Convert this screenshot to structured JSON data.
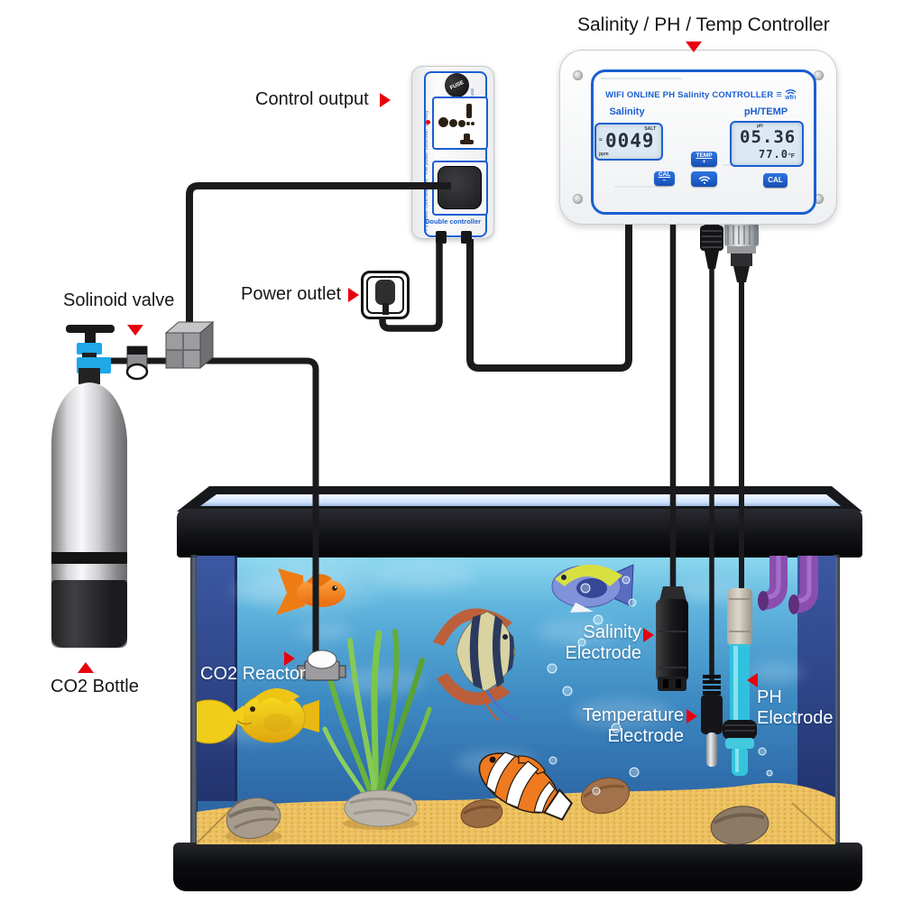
{
  "title": {
    "text": "Salinity / PH / Temp Controller"
  },
  "labels": {
    "control_output": "Control output",
    "power_outlet": "Power outlet",
    "solenoid_valve": "Solinoid valve",
    "co2_bottle": "CO2 Bottle",
    "co2_reactor": "CO2 Reactor",
    "salinity_electrode_line1": "Salinity",
    "salinity_electrode_line2": "Electrode",
    "temperature_electrode_line1": "Temperature",
    "temperature_electrode_line2": "Electrode",
    "ph_electrode_line1": "PH",
    "ph_electrode_line2": "Electrode"
  },
  "controller": {
    "header": "WIFI ONLINE PH Salinity CONTROLLER",
    "wifi_label": "WIFI",
    "salinity": {
      "label": "Salinity",
      "value": "0049",
      "tag": "SALT",
      "unit": "ppm"
    },
    "ph_temp": {
      "label": "pH/TEMP",
      "tag": "pH",
      "ph_value": "05.36",
      "temp_value": "77.0",
      "temp_unit": "°F"
    },
    "buttons": {
      "temp_plus_top": "TEMP",
      "temp_plus_bottom": "+",
      "cal_minus_top": "CAL",
      "cal_minus_bottom": "−",
      "cal": "CAL"
    }
  },
  "double_controller": {
    "fuse": "FUSE",
    "fuse_side": "Fuse",
    "label": "Double controller",
    "side_top": "The power controller Salinity",
    "side_bottom": "Pd power controller pH"
  },
  "icons": {
    "wifi": "wifi-arcs",
    "menu": "≡",
    "fuse": "FUSE"
  },
  "colors": {
    "accent_blue": "#1a5fd0",
    "arrow_red": "#e8000d",
    "water_top": "#8ed9f0",
    "water_bottom": "#2a5f9b",
    "sand": "#ecc05f",
    "pipe_purple": "#8a4fae",
    "lcd_bg": "#dde9f2"
  }
}
